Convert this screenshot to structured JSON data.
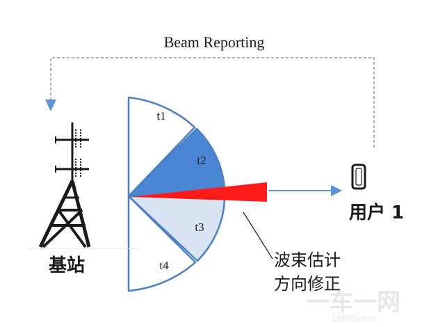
{
  "diagram": {
    "title": "Beam Reporting",
    "base_station_label": "基站",
    "user_label": "用户 1",
    "beam_labels": [
      "t1",
      "t2",
      "t3",
      "t4"
    ],
    "annotation_line1": "波束估计",
    "annotation_line2": "方向修正",
    "watermark_text": "一车一网",
    "watermark_url": "1RRIDcom",
    "colors": {
      "line_blue": "#4a7fc4",
      "sector_fill_t2": "#4a86d4",
      "sector_fill_t3": "#d8e3f3",
      "sector_fill_white": "#ffffff",
      "beam_red": "#ff1a1a",
      "arrow_blue": "#5b93d4",
      "dashed_gray": "#8c9aa8",
      "text_dark": "#1a1a1a"
    }
  }
}
